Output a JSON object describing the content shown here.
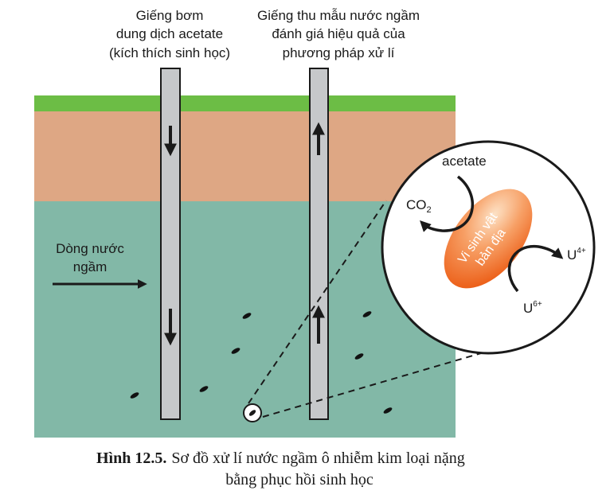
{
  "labels": {
    "injection_well": [
      "Giếng bơm",
      "dung dịch acetate",
      "(kích thích sinh học)"
    ],
    "monitoring_well": [
      "Giếng thu mẫu nước ngầm",
      "đánh giá hiệu quả của",
      "phương pháp xử lí"
    ],
    "groundwater_flow": [
      "Dòng nước",
      "ngầm"
    ],
    "acetate": "acetate",
    "co2_main": "CO",
    "co2_sub": "2",
    "microbe": [
      "Vi sinh vật",
      "bản địa"
    ],
    "u4_main": "U",
    "u4_sup": "4+",
    "u6_main": "U",
    "u6_sup": "6+"
  },
  "caption": {
    "bold": "Hình 12.5.",
    "line1": "Sơ đồ xử lí nước ngầm ô nhiễm kim loại nặng",
    "line2": "bằng phục hồi sinh học"
  },
  "colors": {
    "grass": "#6cbd45",
    "soil": "#dea784",
    "groundwater": "#82b8a7",
    "well": "#c6c8ca",
    "microbe_light": "#fbd3b0",
    "microbe_dark": "#ee6a1f"
  }
}
